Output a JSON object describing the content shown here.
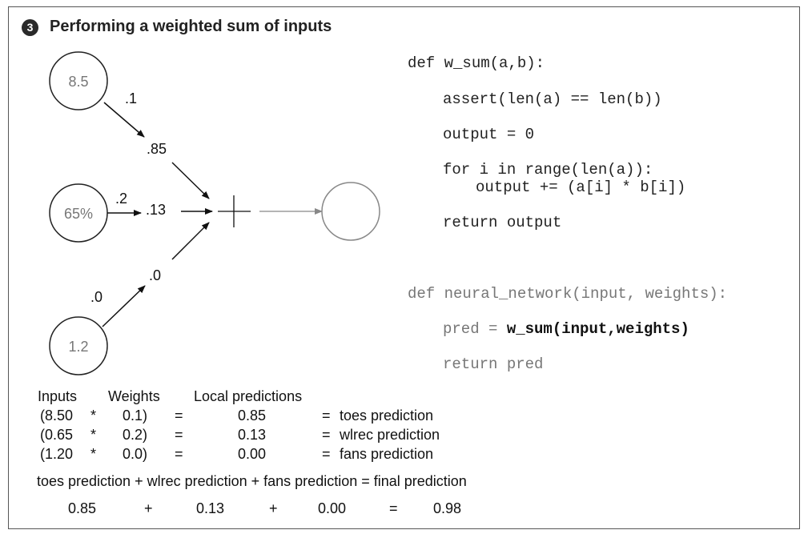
{
  "header": {
    "step_number": "3",
    "title": "Performing a weighted sum of inputs"
  },
  "diagram": {
    "input_nodes": [
      "8.5",
      "65%",
      "1.2"
    ],
    "input_weights": [
      ".1",
      ".2",
      ".0"
    ],
    "local_values": [
      ".85",
      ".13",
      ".0"
    ],
    "operator": "+"
  },
  "code": {
    "block1": {
      "def_line": "def w_sum(a,b):",
      "assert_line": "assert(len(a) == len(b))",
      "output_init": "output = 0",
      "for_line": "for i in range(len(a)):",
      "accumulate_line": "output += (a[i] * b[i])",
      "return_line": "return output"
    },
    "block2": {
      "def_line": "def neural_network(input, weights):",
      "pred_prefix": "pred = ",
      "pred_call": "w_sum(input,weights)",
      "return_line": "return pred"
    }
  },
  "table": {
    "headers": [
      "Inputs",
      "Weights",
      "Local predictions"
    ],
    "rows": [
      {
        "input": "(8.50",
        "op": "*",
        "weight": "0.1)",
        "eq": "=",
        "local": "0.85",
        "eq2": "=",
        "label": "toes prediction"
      },
      {
        "input": "(0.65",
        "op": "*",
        "weight": "0.2)",
        "eq": "=",
        "local": "0.13",
        "eq2": "=",
        "label": "wlrec prediction"
      },
      {
        "input": "(1.20",
        "op": "*",
        "weight": "0.0)",
        "eq": "=",
        "local": "0.00",
        "eq2": "=",
        "label": "fans prediction"
      }
    ],
    "sum_text": "toes prediction + wlrec prediction + fans prediction = final prediction",
    "sum_values": [
      "0.85",
      "+",
      "0.13",
      "+",
      "0.00",
      "=",
      "0.98"
    ]
  }
}
